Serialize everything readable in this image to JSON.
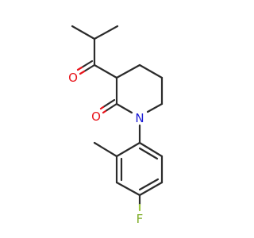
{
  "atoms": {
    "o_ketone": {
      "label": "O",
      "color": "#e8141b"
    },
    "o_lactam": {
      "label": "O",
      "color": "#e8141b"
    },
    "n_ring": {
      "label": "N",
      "color": "#1a1ad6"
    },
    "f_aryl": {
      "label": "F",
      "color": "#7fae2a"
    }
  },
  "colors": {
    "bond": "#2b2b2b",
    "oxygen": "#e8141b",
    "nitrogen": "#1a1ad6",
    "fluorine": "#7fae2a"
  }
}
